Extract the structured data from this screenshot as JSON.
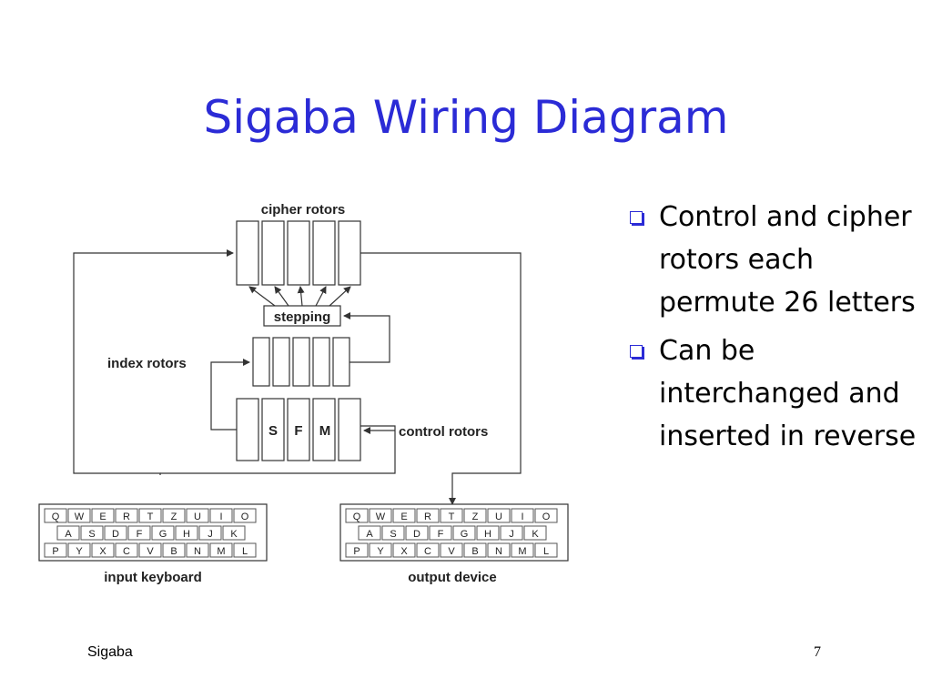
{
  "slide": {
    "title": "Sigaba Wiring Diagram",
    "footer_left": "Sigaba",
    "page_number": "7"
  },
  "diagram": {
    "labels": {
      "cipher_rotors": "cipher rotors",
      "stepping": "stepping",
      "index_rotors": "index rotors",
      "control_rotors": "control rotors",
      "input_keyboard": "input keyboard",
      "output_device": "output device"
    },
    "control_rotor_letters": [
      "S",
      "F",
      "M"
    ],
    "keyboard_rows": [
      [
        "Q",
        "W",
        "E",
        "R",
        "T",
        "Z",
        "U",
        "I",
        "O"
      ],
      [
        "A",
        "S",
        "D",
        "F",
        "G",
        "H",
        "J",
        "K"
      ],
      [
        "P",
        "Y",
        "X",
        "C",
        "V",
        "B",
        "N",
        "M",
        "L"
      ]
    ]
  },
  "bullets": [
    {
      "text": "Control and cipher rotors each permute 26 letters"
    },
    {
      "text": "Can be interchanged and inserted in reverse"
    }
  ],
  "colors": {
    "title": "#2b2bd6",
    "bullet": "#2b2bd6",
    "line": "#333333"
  },
  "icons": {
    "bullet": "hollow-square-bullet-icon"
  }
}
